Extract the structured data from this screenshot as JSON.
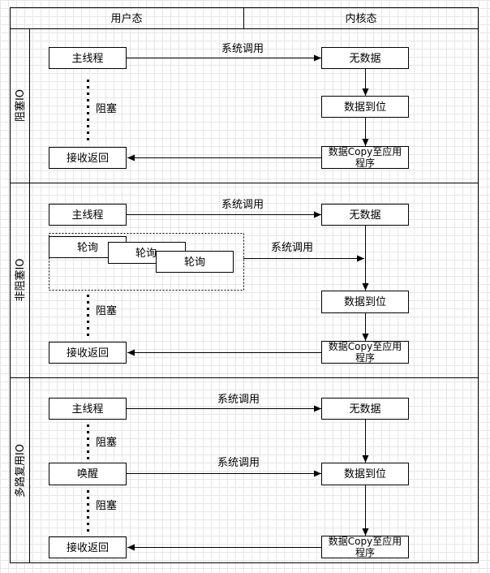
{
  "header": {
    "user_mode": "用户态",
    "kernel_mode": "内核态"
  },
  "lanes": {
    "blocking": "阻塞IO",
    "non_blocking": "非阻塞IO",
    "multiplexing": "多路复用IO"
  },
  "labels": {
    "main_thread": "主线程",
    "receive_return": "接收返回",
    "no_data": "无数据",
    "data_ready": "数据到位",
    "data_copy_line1": "数据Copy至应用",
    "data_copy_line2": "程序",
    "syscall": "系统调用",
    "block": "阻塞",
    "poll": "轮询",
    "wake": "唤醒"
  }
}
